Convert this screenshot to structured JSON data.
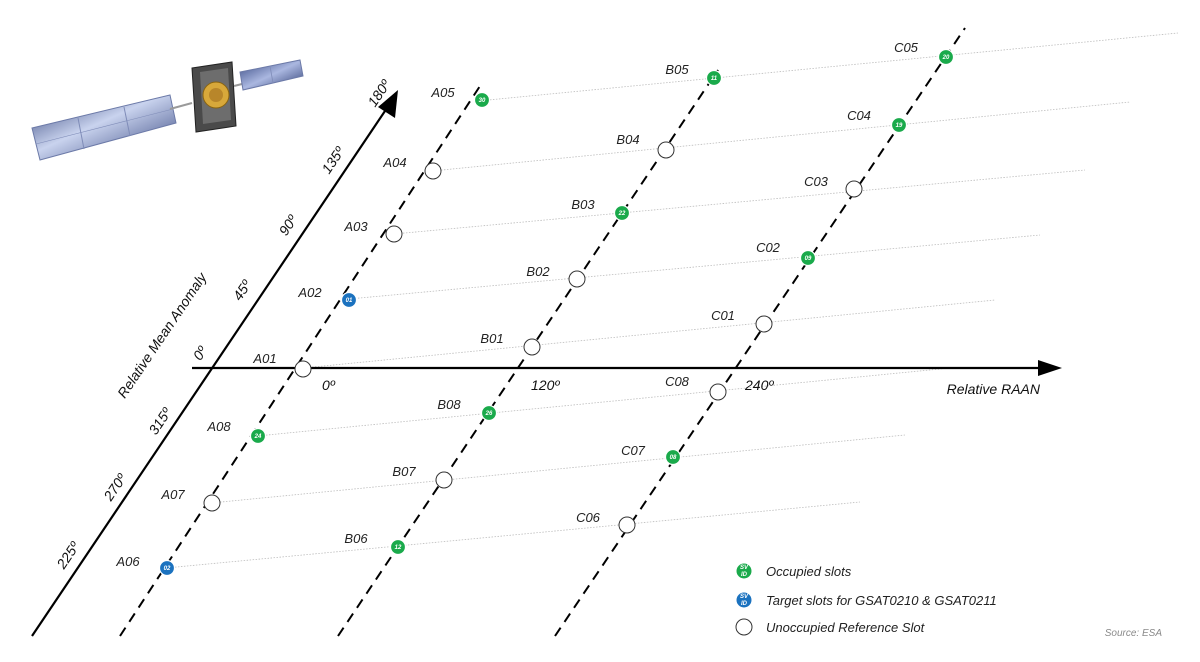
{
  "axes": {
    "raan_label": "Relative RAAN",
    "anomaly_label": "Relative Mean Anomaly",
    "raan_ticks": [
      "0º",
      "120º",
      "240º"
    ],
    "anomaly_ticks": [
      "225º",
      "270º",
      "315º",
      "0º",
      "45º",
      "90º",
      "135º",
      "180º"
    ]
  },
  "slots": [
    {
      "id": "A01",
      "status": "unoccupied",
      "sv": ""
    },
    {
      "id": "A02",
      "status": "target",
      "sv": "01"
    },
    {
      "id": "A03",
      "status": "unoccupied",
      "sv": ""
    },
    {
      "id": "A04",
      "status": "unoccupied",
      "sv": ""
    },
    {
      "id": "A05",
      "status": "occupied",
      "sv": "30"
    },
    {
      "id": "A06",
      "status": "target",
      "sv": "02"
    },
    {
      "id": "A07",
      "status": "unoccupied",
      "sv": ""
    },
    {
      "id": "A08",
      "status": "occupied",
      "sv": "24"
    },
    {
      "id": "B01",
      "status": "unoccupied",
      "sv": ""
    },
    {
      "id": "B02",
      "status": "unoccupied",
      "sv": ""
    },
    {
      "id": "B03",
      "status": "occupied",
      "sv": "22"
    },
    {
      "id": "B04",
      "status": "unoccupied",
      "sv": ""
    },
    {
      "id": "B05",
      "status": "occupied",
      "sv": "11"
    },
    {
      "id": "B06",
      "status": "occupied",
      "sv": "12"
    },
    {
      "id": "B07",
      "status": "unoccupied",
      "sv": ""
    },
    {
      "id": "B08",
      "status": "occupied",
      "sv": "26"
    },
    {
      "id": "C01",
      "status": "unoccupied",
      "sv": ""
    },
    {
      "id": "C02",
      "status": "occupied",
      "sv": "09"
    },
    {
      "id": "C03",
      "status": "unoccupied",
      "sv": ""
    },
    {
      "id": "C04",
      "status": "occupied",
      "sv": "19"
    },
    {
      "id": "C05",
      "status": "occupied",
      "sv": "20"
    },
    {
      "id": "C06",
      "status": "unoccupied",
      "sv": ""
    },
    {
      "id": "C07",
      "status": "occupied",
      "sv": "08"
    },
    {
      "id": "C08",
      "status": "unoccupied",
      "sv": ""
    }
  ],
  "legend": {
    "occupied": "Occupied slots",
    "target": "Target slots for GSAT0210 & GSAT0211",
    "unoccupied": "Unoccupied Reference Slot",
    "icon_text": "SV ID"
  },
  "source": "Source: ESA",
  "colors": {
    "occupied": "#1aaa4b",
    "target": "#1b72bf",
    "unoccupied": "#ffffff",
    "axis": "#000000",
    "guide": "#bdbdbd"
  },
  "image": {
    "satellite": "galileo-satellite-icon"
  }
}
